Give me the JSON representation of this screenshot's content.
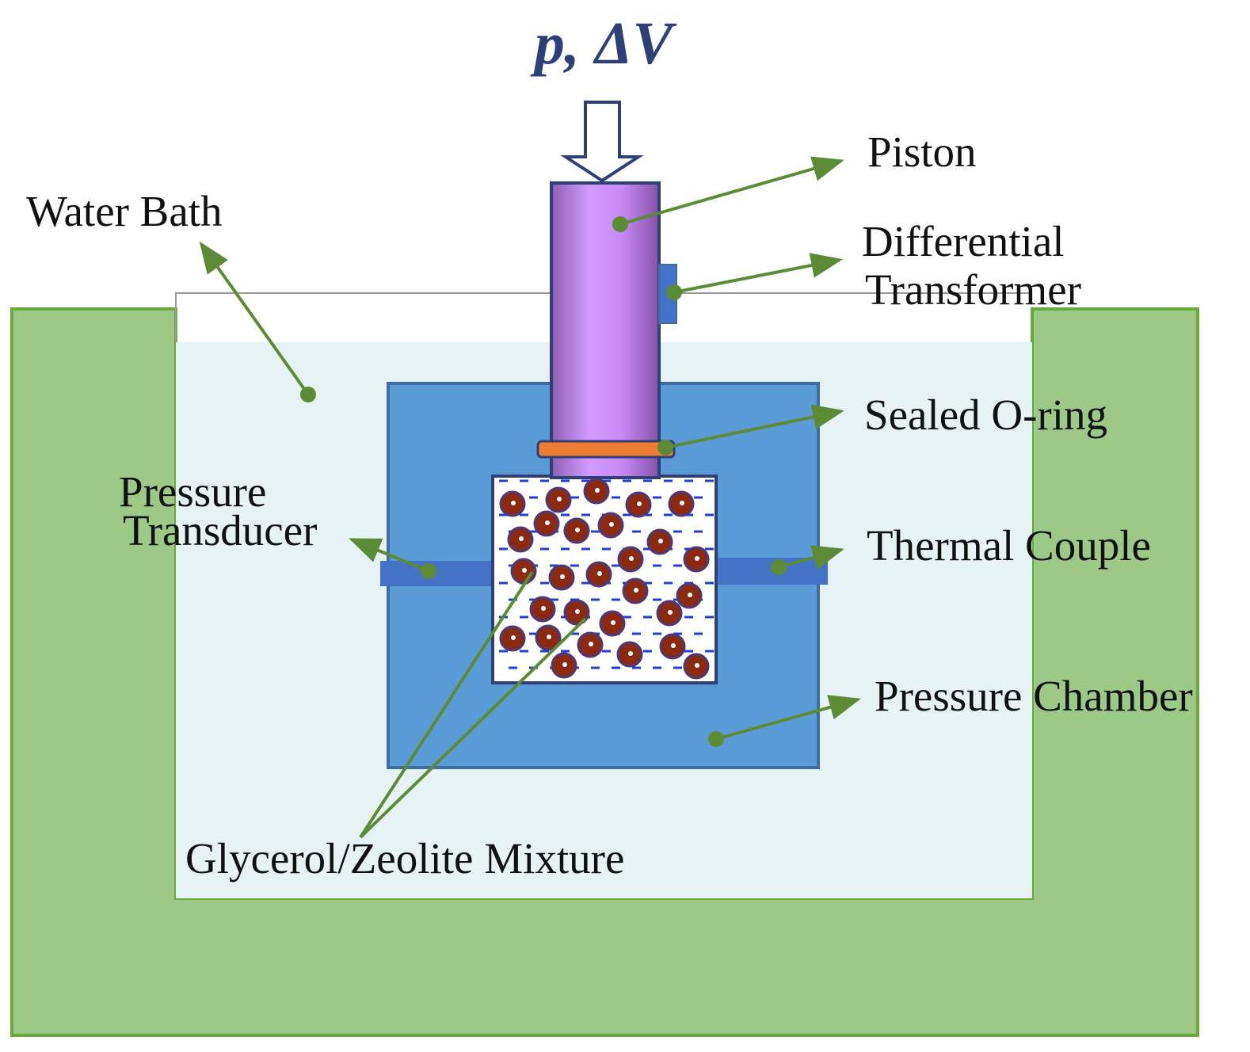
{
  "title": "p, ΔV",
  "labels": {
    "piston": "Piston",
    "differential_transformer": [
      "Differential",
      "Transformer"
    ],
    "water_bath": "Water Bath",
    "sealed_o_ring": "Sealed O-ring",
    "pressure_transducer": [
      "Pressure",
      "Transducer"
    ],
    "thermal_couple": "Thermal Couple",
    "pressure_chamber": "Pressure Chamber",
    "glycerol_zeolite_mixture": "Glycerol/Zeolite Mixture"
  },
  "colors": {
    "outer_tank": "#9cc986",
    "outer_tank_border": "#6aaa3a",
    "water": "#e6f2f4",
    "chamber": "#5b9bd5",
    "chamber_border": "#3f6fa0",
    "piston": "#c98af4",
    "piston_border": "#2f3f78",
    "o_ring": "#ed7d31",
    "particle": "#8b2a10",
    "leader_line": "#5c8b36",
    "title": "#2f3f78"
  },
  "icons": [
    "down-arrow-icon"
  ]
}
